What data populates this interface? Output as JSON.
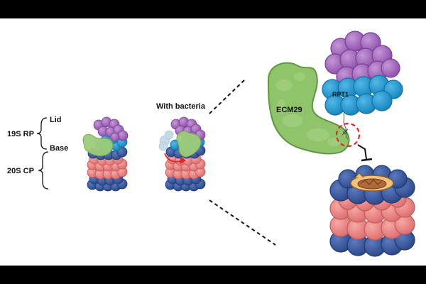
{
  "labels": {
    "lid": "Lid",
    "base": "Base",
    "rp": "19S RP",
    "cp": "20S CP",
    "with_bacteria": "With bacteria",
    "ecm29": "ECM29",
    "rpt1": "RPT1"
  },
  "colors": {
    "lid": "#9b59b6",
    "base_blue": "#1e9ad6",
    "alpha_ring": "#3a5aa0",
    "beta_ring": "#e87d7d",
    "ecm29": "#8fc46a",
    "inhibit_circle": "#e0262b",
    "background": "#ffffff",
    "frame": "#000000"
  },
  "icons": [
    "bracket-icon",
    "inhibition-icon",
    "cleavage-icon",
    "rotation-arrow-icon"
  ]
}
